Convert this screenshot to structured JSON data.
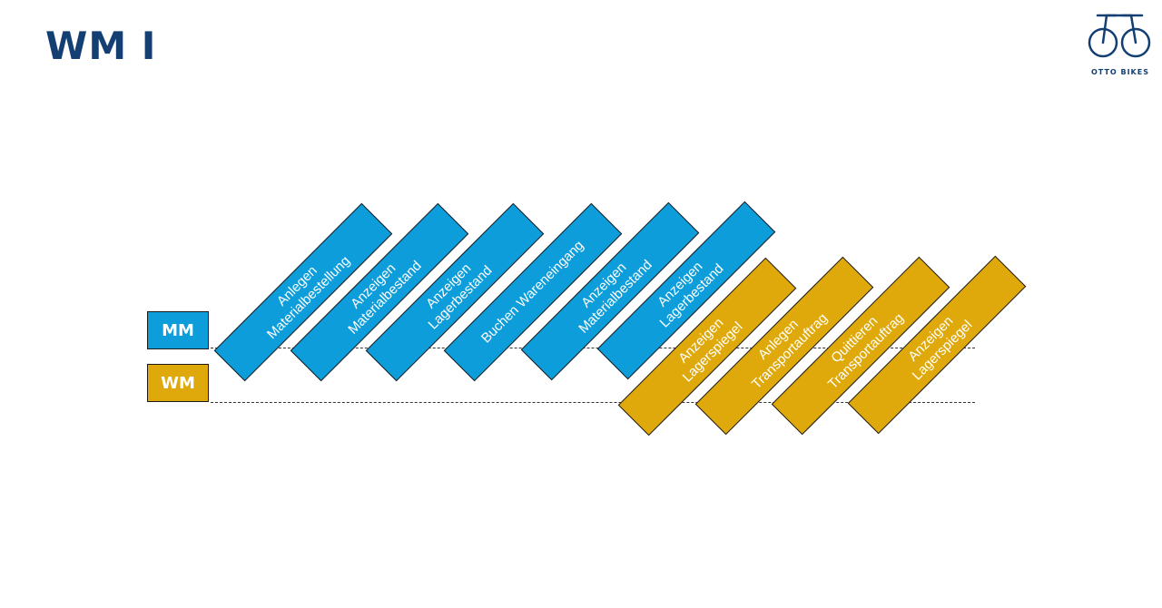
{
  "title": "WM I",
  "logo": {
    "text": "OTTO BIKES",
    "icon": "bicycle-icon"
  },
  "colors": {
    "mm": "#0d9ddb",
    "wm": "#dfa90b",
    "title": "#133f73"
  },
  "lanes": {
    "mm": {
      "label": "MM"
    },
    "wm": {
      "label": "WM"
    }
  },
  "steps": [
    {
      "lane": "mm",
      "label": "Anlegen\nMaterialbestellung"
    },
    {
      "lane": "mm",
      "label": "Anzeigen\nMaterialbestand"
    },
    {
      "lane": "mm",
      "label": "Anzeigen\nLagerbestand"
    },
    {
      "lane": "mm",
      "label": "Buchen Wareneingang"
    },
    {
      "lane": "mm",
      "label": "Anzeigen\nMaterialbestand"
    },
    {
      "lane": "mm",
      "label": "Anzeigen\nLagerbestand"
    },
    {
      "lane": "wm",
      "label": "Anzeigen\nLagerspiegel"
    },
    {
      "lane": "wm",
      "label": "Anlegen\nTransportauftrag"
    },
    {
      "lane": "wm",
      "label": "Quittieren\nTransportauftrag"
    },
    {
      "lane": "wm",
      "label": "Anzeigen\nLagerspiegel"
    }
  ]
}
